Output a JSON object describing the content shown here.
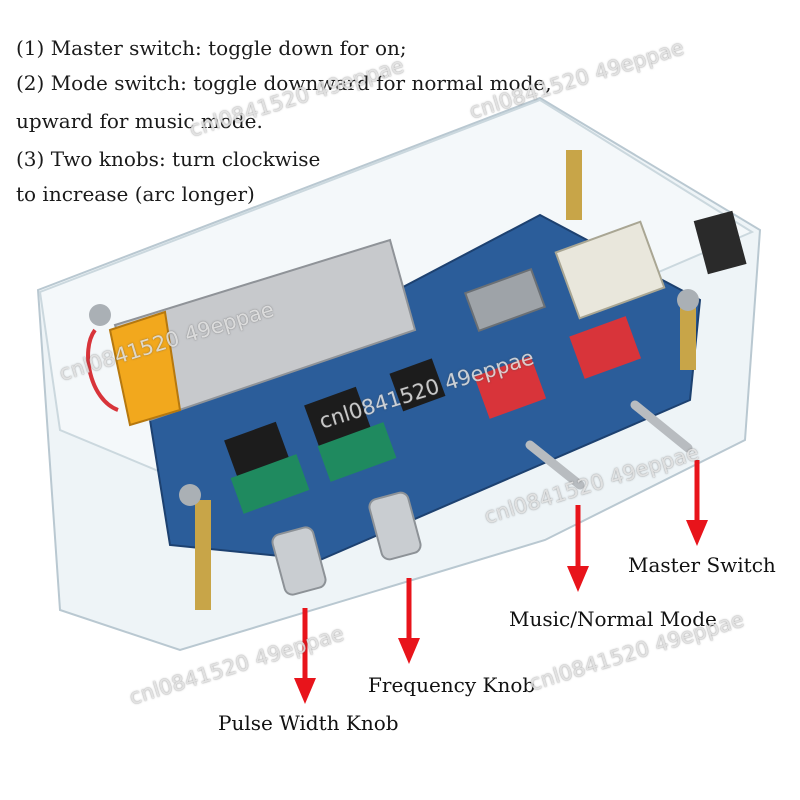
{
  "instructions": {
    "line1": "(1) Master switch: toggle down for on;",
    "line2": "(2) Mode switch: toggle downward for normal mode,",
    "line3": "upward for music mode.",
    "line4": "(3) Two knobs: turn clockwise",
    "line5": "to increase (arc longer)"
  },
  "labels": {
    "master_switch": "Master Switch",
    "music_normal_mode": "Music/Normal Mode",
    "frequency_knob": "Frequency Knob",
    "pulse_width_knob": "Pulse Width Knob"
  },
  "watermark": "cnl0841520 49eppae",
  "colors": {
    "arrow": "#e8141b",
    "pcb": "#2b5d9a",
    "battery": "#f2a81d",
    "switch_red": "#d8343a",
    "case": "#dfe9ef"
  }
}
